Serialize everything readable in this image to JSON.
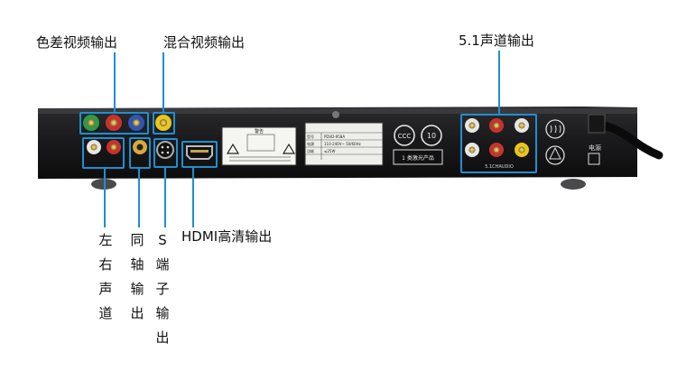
{
  "labels": {
    "component_out": "色差视频输出",
    "composite_out": "混合视频输出",
    "surround_out": "5.1声道输出",
    "left_right_audio": "左右声道",
    "coaxial_out": "同轴输出",
    "s_video_out": "S端子输出",
    "hdmi_out": "HDMI高清输出"
  },
  "panel_text": {
    "warning_title": "警告",
    "model_label": "型号",
    "model_value": "PDVD-958A",
    "power_label": "电源",
    "power_value": "110-240V~ 50/60Hz",
    "consumption_label": "功耗",
    "consumption_value": "≤25W",
    "laser_label": "1 类激光产品",
    "audio_label": "5.1CHAUDIO",
    "power_switch_label": "电源",
    "cert_number": "10"
  },
  "colors": {
    "callout_blue": "#1f8fd0",
    "chassis": "#1b1b1d",
    "jack_green": "#2f9a4a",
    "jack_red": "#c8322e",
    "jack_blue": "#2e56b8",
    "jack_yellow": "#e9c61c",
    "jack_white": "#e6e6e6"
  }
}
